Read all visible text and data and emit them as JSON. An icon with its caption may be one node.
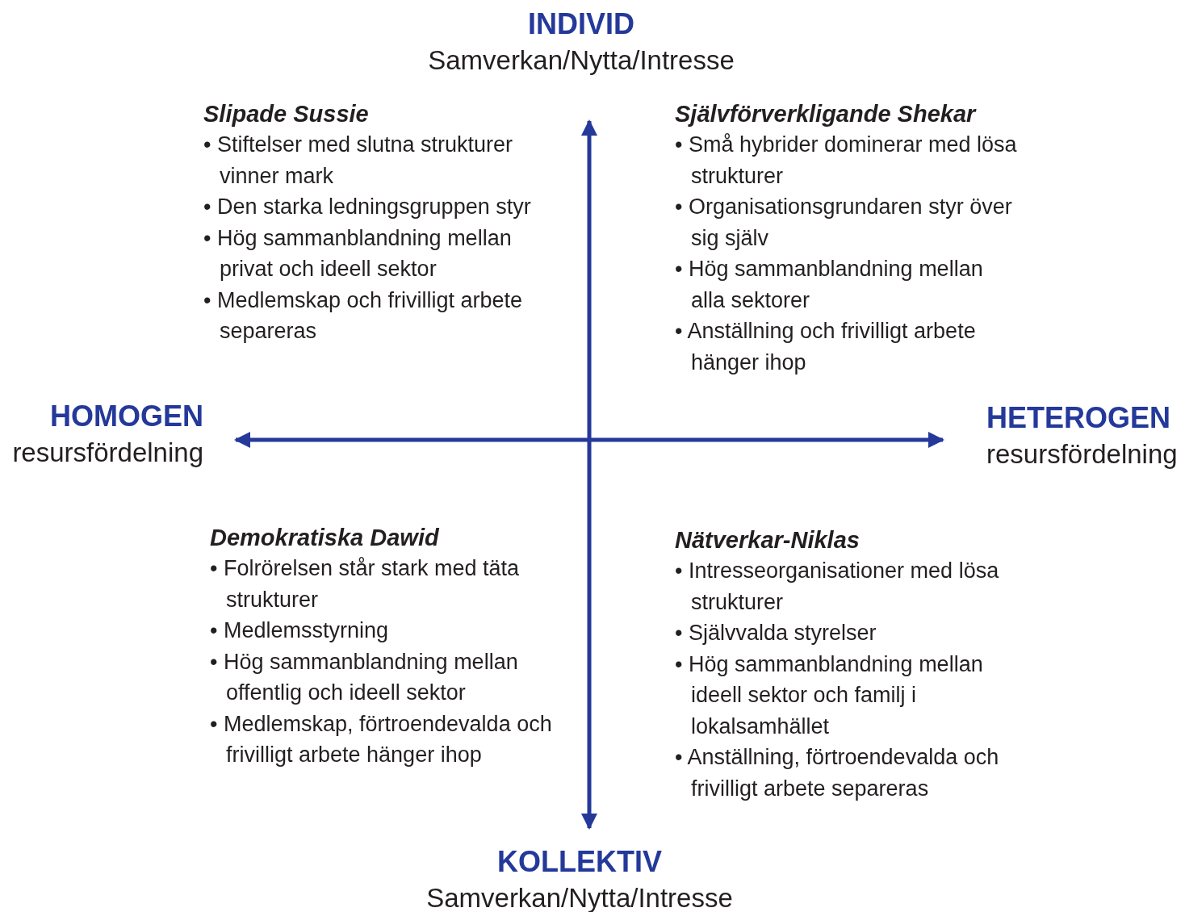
{
  "diagram": {
    "labels": [
      "INDIVID",
      "Samverkan/Nytta/Intresse",
      "Slipade Sussie",
      "• Stiftelser med slutna strukturer vinner mark",
      "• Den starka ledningsgruppen styr",
      "• Hög sammanblandning mellan privat och ideell sektor",
      "• Medlemskap och frivilligt arbete separeras",
      "Självförverkligande Shekar",
      "• Små hybrider dominerar med lösa strukturer",
      "• Organisationsgrundaren styr över sig själv",
      "• Hög sammanblandning mellan alla sektorer",
      "• Anställning och frivilligt arbete hänger ihop",
      "HOMOGEN",
      "resursfördelning",
      "HETEROGEN",
      "resursfördelning",
      "Demokratiska Dawid",
      "• Folrörelsen står stark med täta strukturer",
      "• Medlemsstyrning",
      "• Hög sammanblandning mellan offentlig och ideell sektor",
      "• Medlemskap, förtroendevalda och frivilligt arbete hänger ihop",
      "Nätverkar-Niklas",
      "• Intresseorganisationer med lösa strukturer",
      "• Självvalda styrelser",
      "• Hög sammanblandning mellan ideell sektor och familj i lokalsamhället",
      "• Anställning, förtroendevalda och frivilligt arbete separeras",
      "KOLLEKTIV",
      "Samverkan/Nytta/Intresse"
    ]
  }
}
